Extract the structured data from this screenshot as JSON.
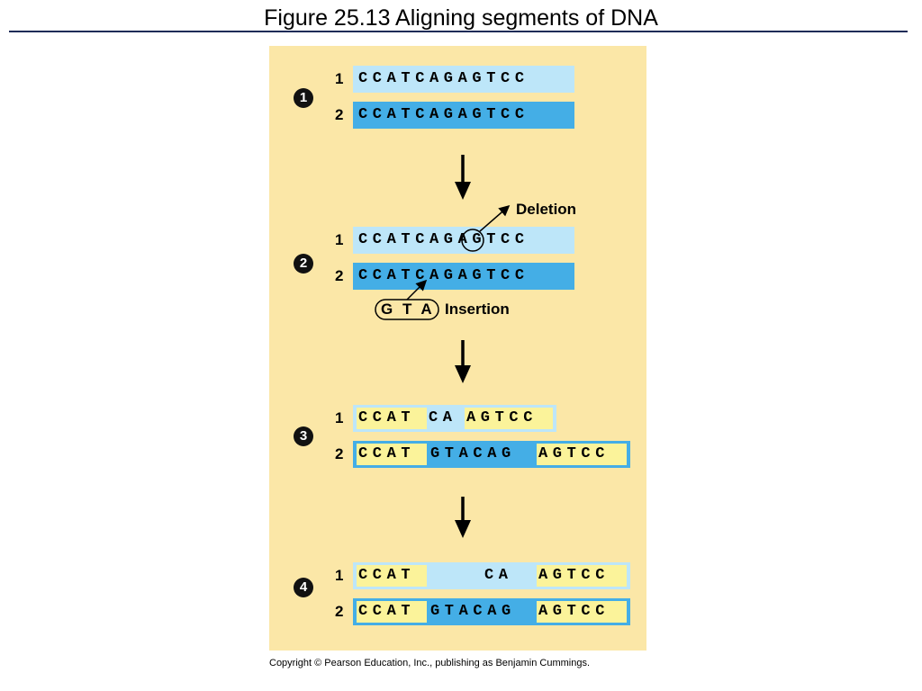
{
  "title": "Figure 25.13  Aligning segments of DNA",
  "copyright": "Copyright © Pearson Education, Inc., publishing as Benjamin Cummings.",
  "steps": [
    {
      "number": "1",
      "seq1": "CCATCAGAGTCC",
      "seq2": "CCATCAGAGTCC"
    },
    {
      "number": "2",
      "seq1": "CCATCAGAGTCC",
      "seq2": "CCATCAGAGTCC",
      "deletion_label": "Deletion",
      "insertion_label": "Insertion",
      "insertion_seq": "G T A"
    },
    {
      "number": "3",
      "seq1_parts": [
        "CCAT",
        "CA",
        "AGTCC"
      ],
      "seq2_parts": [
        "CCAT",
        "GTACAG",
        "AGTCC"
      ]
    },
    {
      "number": "4",
      "seq1_parts": [
        "CCAT",
        "CA",
        "AGTCC"
      ],
      "seq2_parts": [
        "CCAT",
        "GTACAG",
        "AGTCC"
      ]
    }
  ],
  "strand_labels": [
    "1",
    "2"
  ]
}
